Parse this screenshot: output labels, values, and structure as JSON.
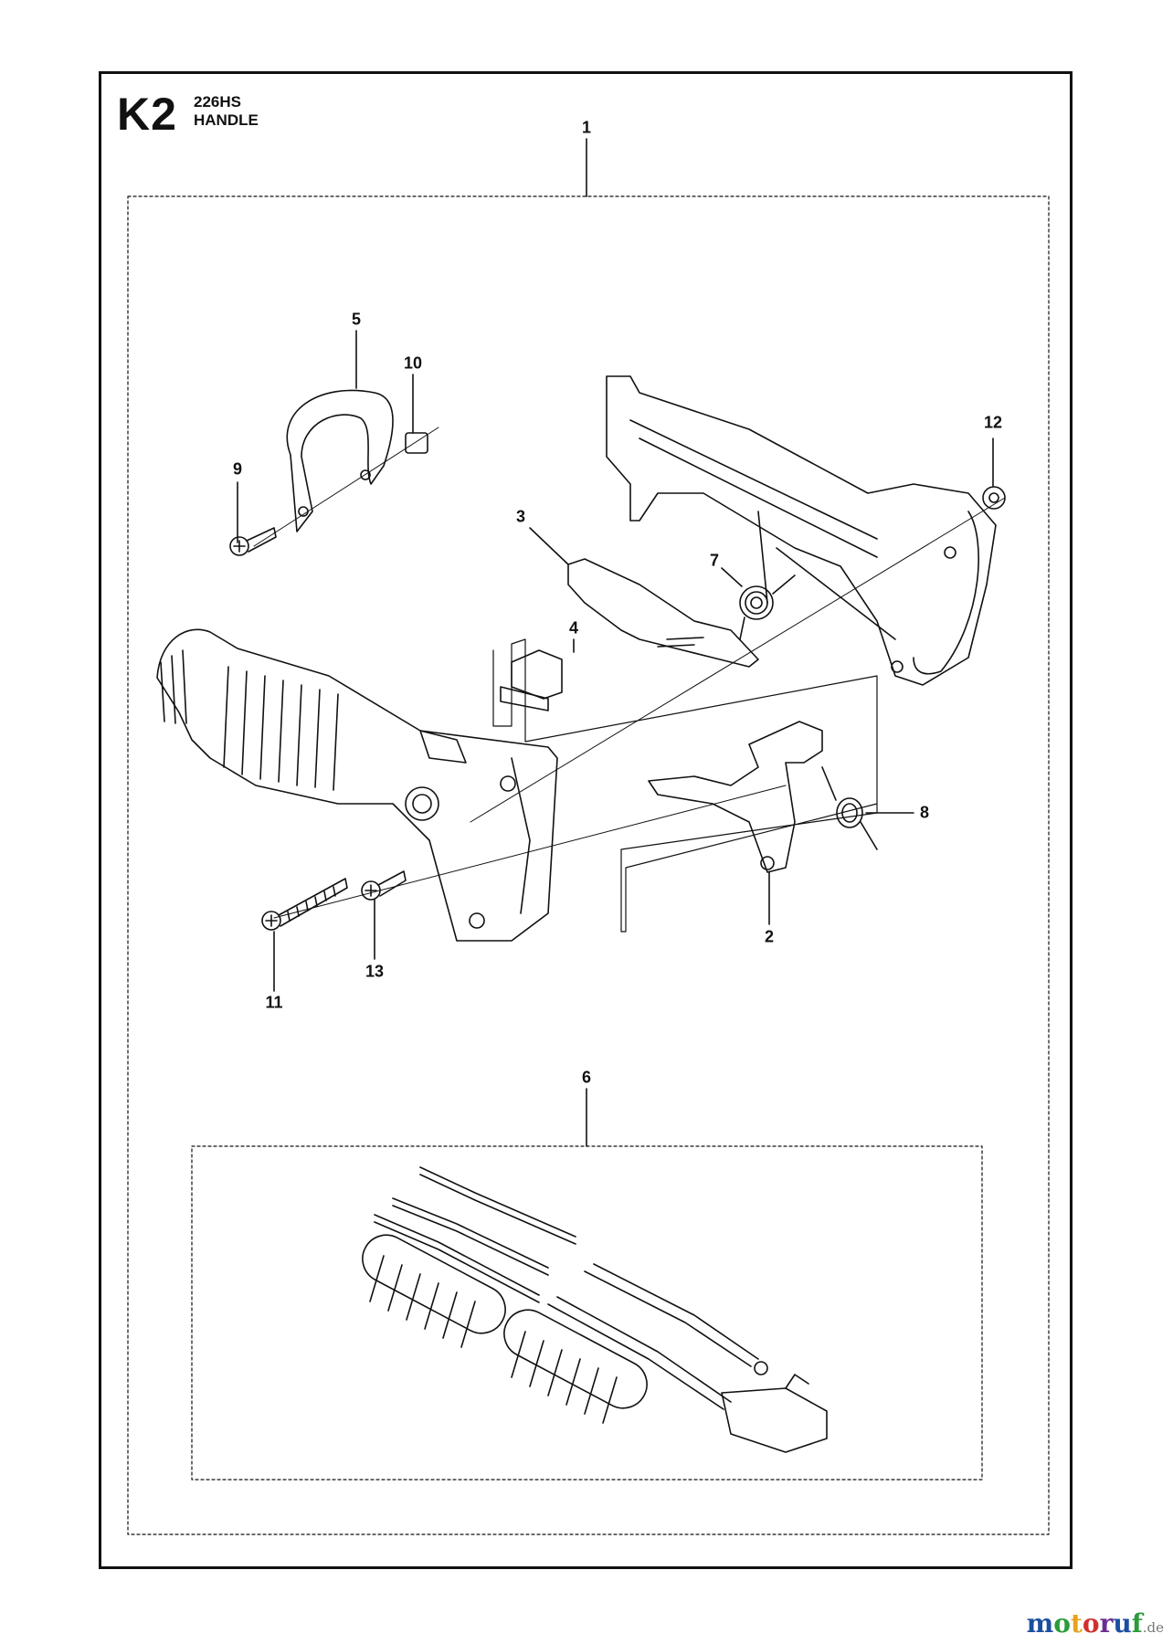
{
  "header": {
    "section_code": "K2",
    "model": "226HS",
    "title": "HANDLE"
  },
  "part_labels": [
    "1",
    "2",
    "3",
    "4",
    "5",
    "6",
    "7",
    "8",
    "9",
    "10",
    "11",
    "12",
    "13"
  ],
  "watermark": {
    "brand": "motoruf",
    "tld": ".de",
    "colors": [
      "#1a4fa0",
      "#2b9b3a",
      "#e8a31c",
      "#d0312d",
      "#6a2c91",
      "#1a4fa0",
      "#2b9b3a"
    ]
  }
}
